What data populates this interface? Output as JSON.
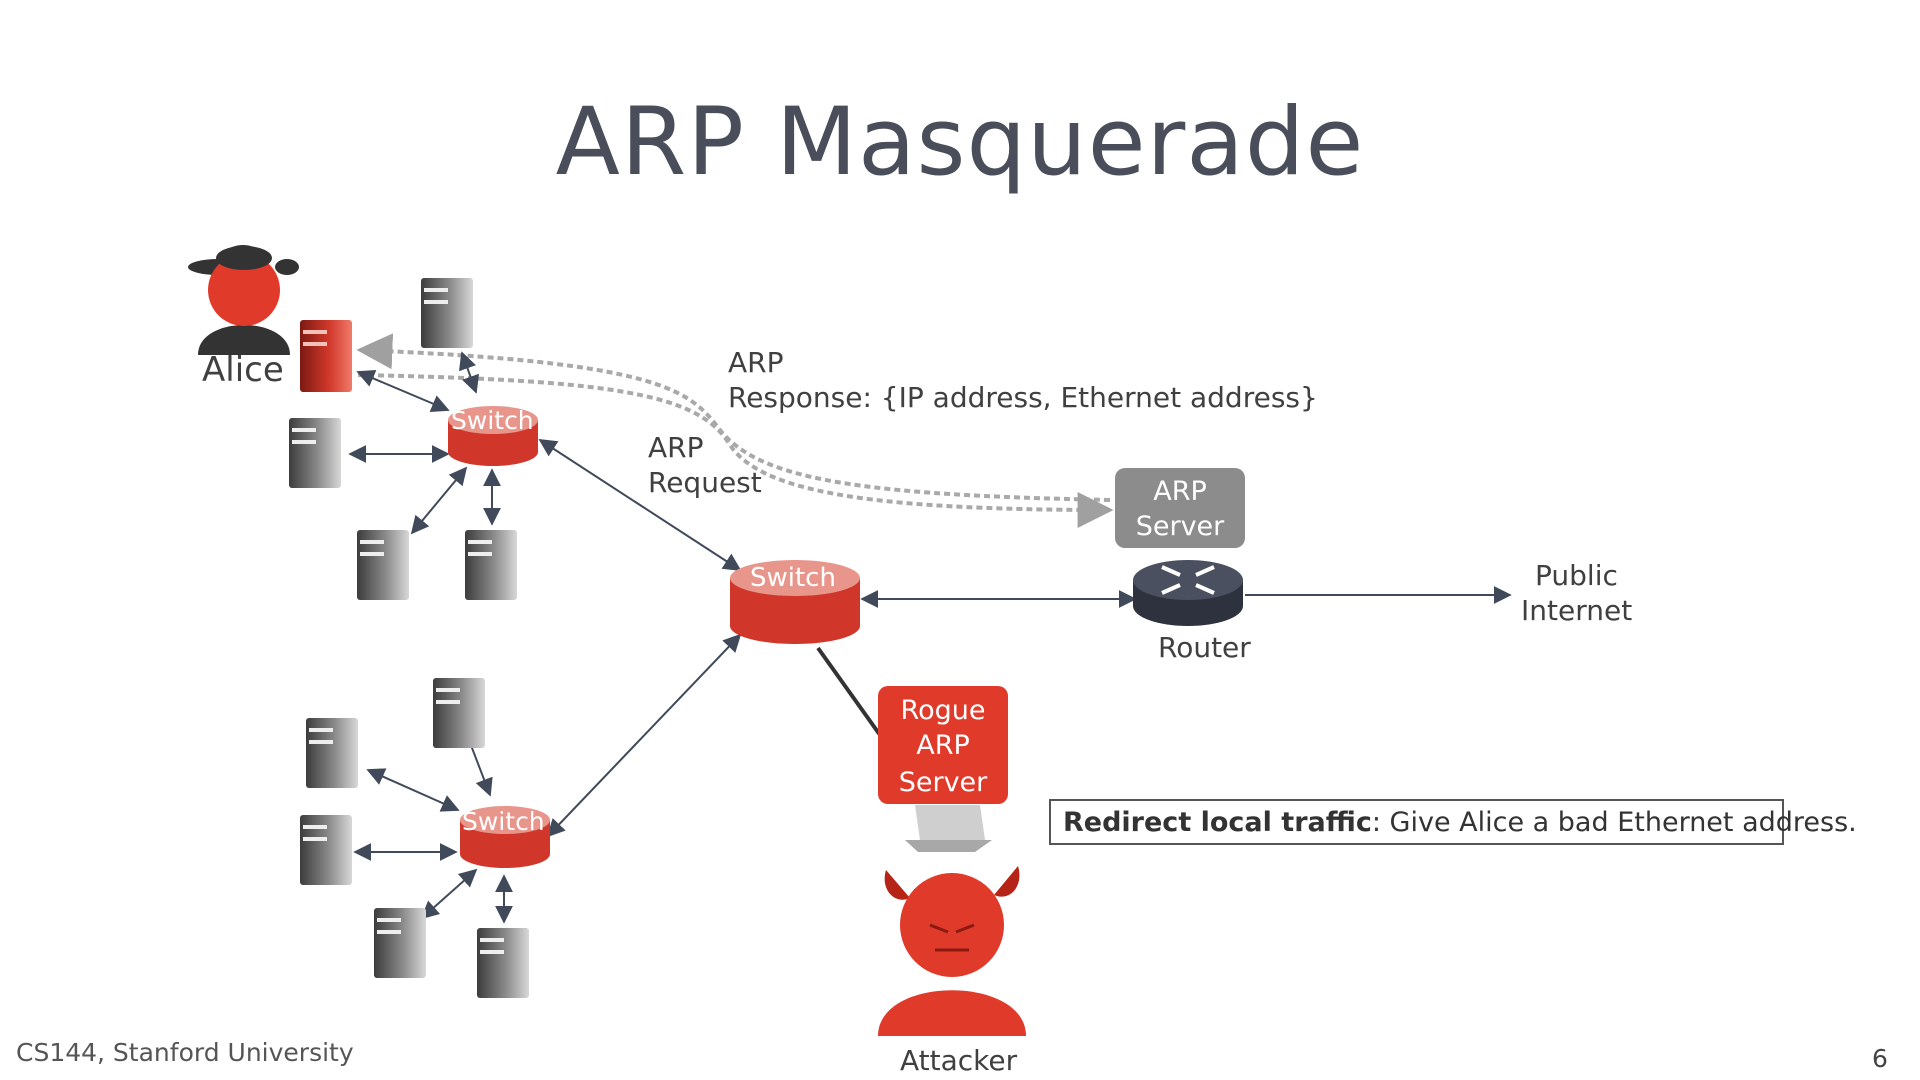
{
  "slide": {
    "title": "ARP Masquerade",
    "footer": "CS144, Stanford University",
    "page_number": "6"
  },
  "labels": {
    "alice": "Alice",
    "switch_label": "Switch",
    "arp_request_line1": "ARP",
    "arp_request_line2": "Request",
    "arp_response_line1": "ARP",
    "arp_response_line2": "Response: {IP address, Ethernet address}",
    "arp_server_line1": "ARP",
    "arp_server_line2": "Server",
    "router": "Router",
    "public_line1": "Public",
    "public_line2": "Internet",
    "rogue_line1": "Rogue",
    "rogue_line2": "ARP",
    "rogue_line3": "Server",
    "attacker": "Attacker"
  },
  "callout": {
    "bold": "Redirect local traffic",
    "rest": ": Give Alice a bad Ethernet address."
  },
  "colors": {
    "accent_red": "#e03a2a",
    "dark_red": "#b52416",
    "router_dark": "#3a3f4c",
    "gray_box": "#8c8c8c",
    "arrow": "#404a5a",
    "dashed": "#a9a9a9"
  }
}
